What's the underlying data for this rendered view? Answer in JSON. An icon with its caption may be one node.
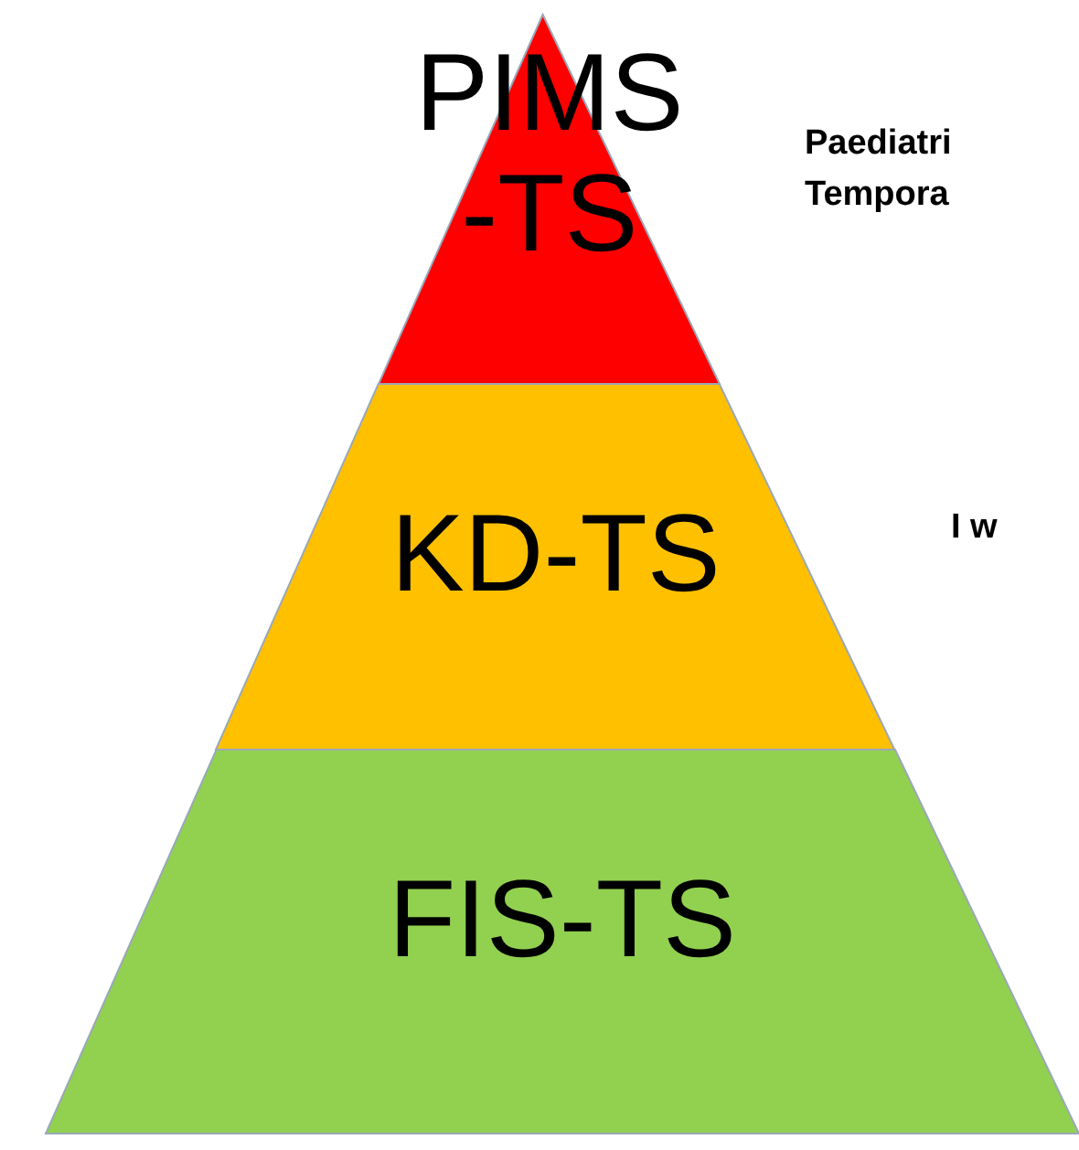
{
  "diagram": {
    "nodes": [
      {
        "text": [
          "PIMS -TS"
        ]
      },
      {
        "text": [
          "KD-TS"
        ]
      },
      {
        "text": [
          "FIS-TS"
        ]
      }
    ],
    "labels": [
      "Paediatri Tempora",
      "I w"
    ]
  }
}
